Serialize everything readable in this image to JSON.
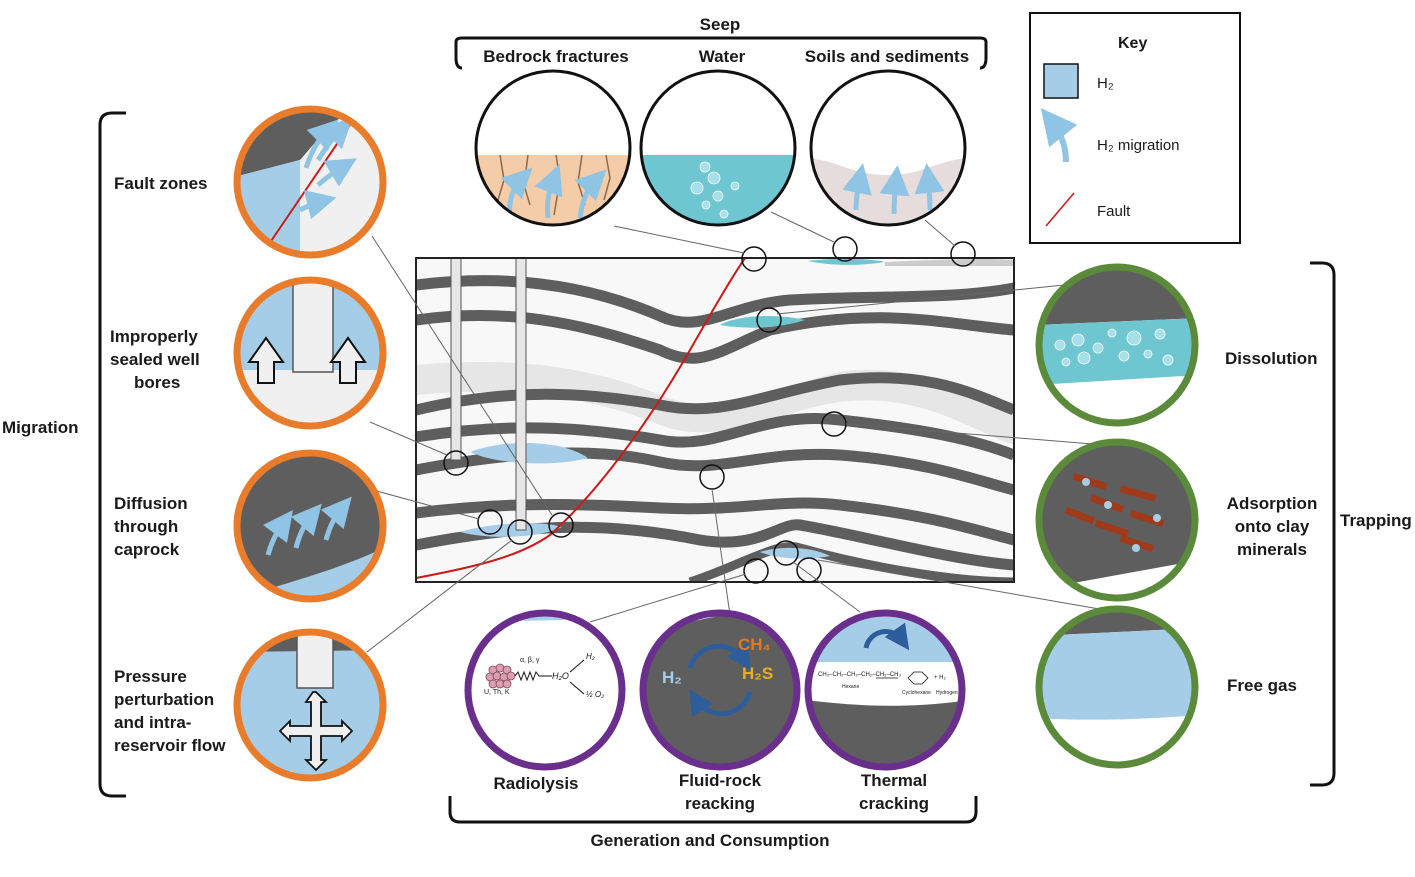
{
  "groups": {
    "seep": "Seep",
    "migration": "Migration",
    "trapping": "Trapping",
    "generation": "Generation and Consumption"
  },
  "seep": {
    "bedrock": "Bedrock fractures",
    "water": "Water",
    "soils": "Soils and sediments"
  },
  "migration": {
    "fault": "Fault zones",
    "wellbores": [
      "Improperly",
      "sealed well",
      "bores"
    ],
    "diffusion": [
      "Diffusion",
      "through",
      "caprock"
    ],
    "pressure": [
      "Pressure",
      "perturbation",
      "and intra-",
      "reservoir flow"
    ]
  },
  "trapping": {
    "dissolution": "Dissolution",
    "adsorption": [
      "Adsorption",
      "onto clay",
      "minerals"
    ],
    "freegas": "Free gas"
  },
  "generation": {
    "radiolysis": "Radiolysis",
    "fluidrock": [
      "Fluid-rock",
      "reacking"
    ],
    "thermal": [
      "Thermal",
      "cracking"
    ]
  },
  "key": {
    "title": "Key",
    "h2": "H₂",
    "migration": "H₂ migration",
    "fault": "Fault"
  },
  "inset_text": {
    "h2": "H₂",
    "ch4": "CH₄",
    "h2s": "H₂S",
    "rad_particles": "α, β, γ",
    "rad_source": "U, Th, K",
    "rad_h2": "H₂",
    "rad_water": "H₂O",
    "rad_o2": "½ O₂",
    "hexane": "Hexane",
    "cyclohexane": "Cyclohexane",
    "hydrogen": "Hydrogen",
    "hexane_formula": "CH₃–CH₂–CH₂–CH₂–CH₂–CH₃",
    "plus_h2": "+ H₂"
  },
  "colors": {
    "h2": "#a6cde8",
    "h2_water": "#6ec7d0",
    "shale": "#5e5e5e",
    "light_layer": "#e6e6e6",
    "fault": "#cc1a1a",
    "arrow": "#8fc4e4",
    "migration_ring": "#e87c2a",
    "trapping_ring": "#5a8a3a",
    "generation_ring": "#6a2e8c",
    "sand": "#f4cda8",
    "clay": "#a03a1a"
  }
}
